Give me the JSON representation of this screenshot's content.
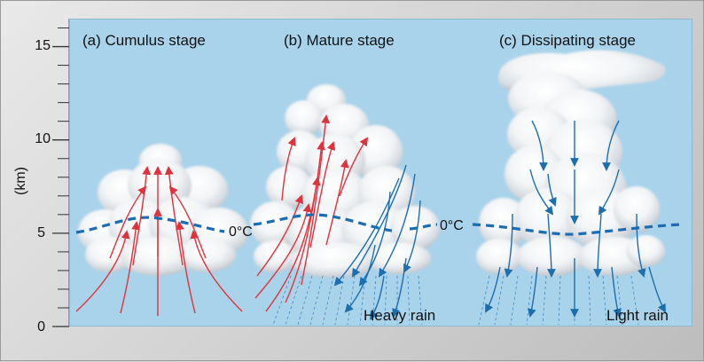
{
  "axis": {
    "label": "(km)",
    "ticks": [
      {
        "label": "0",
        "value": 0
      },
      {
        "label": "5",
        "value": 5
      },
      {
        "label": "10",
        "value": 10
      },
      {
        "label": "15",
        "value": 15
      }
    ],
    "min": 0,
    "max": 16.5
  },
  "stages": [
    {
      "title": "(a) Cumulus stage"
    },
    {
      "title": "(b) Mature stage"
    },
    {
      "title": "(c) Dissipating stage"
    }
  ],
  "freezing_label": "0°C",
  "rain_labels": {
    "heavy": "Heavy rain",
    "light": "Light rain"
  },
  "colors": {
    "sky": "#a9d3ea",
    "updraft": "#e0323c",
    "downdraft": "#1b6fae",
    "freezing_line": "#1a6cb3",
    "rain": "#2e78b8"
  }
}
